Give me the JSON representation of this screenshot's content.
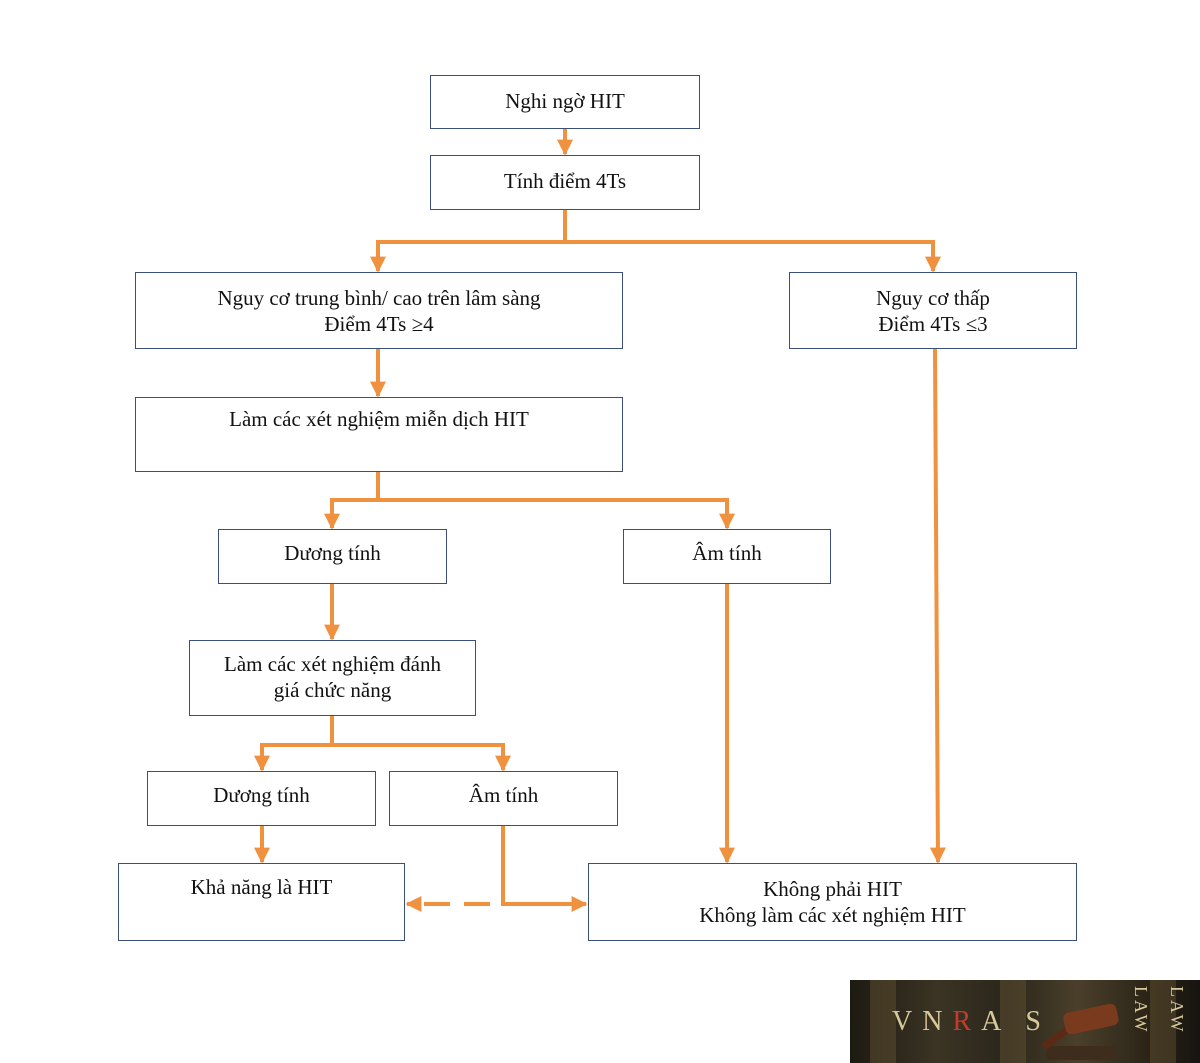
{
  "nodes": {
    "suspect": {
      "lines": [
        "Nghi ngờ HIT"
      ]
    },
    "score": {
      "lines": [
        "Tính điểm 4Ts"
      ]
    },
    "high_risk": {
      "lines": [
        "Nguy cơ trung bình/ cao trên lâm sàng",
        "Điểm 4Ts ≥4"
      ]
    },
    "low_risk": {
      "lines": [
        "Nguy cơ thấp",
        "Điểm 4Ts ≤3"
      ]
    },
    "immuno_test": {
      "lines": [
        "Làm các xét nghiệm miễn dịch HIT"
      ]
    },
    "immuno_positive": {
      "lines": [
        "Dương tính"
      ]
    },
    "immuno_negative": {
      "lines": [
        "Âm tính"
      ]
    },
    "functional_test": {
      "lines": [
        "Làm các xét nghiệm đánh",
        "giá chức năng"
      ]
    },
    "func_positive": {
      "lines": [
        "Dương tính"
      ]
    },
    "func_negative": {
      "lines": [
        "Âm tính"
      ]
    },
    "likely_hit": {
      "lines": [
        "Khả năng là HIT"
      ]
    },
    "not_hit": {
      "lines": [
        "Không phải HIT",
        "Không làm các xét nghiệm HIT"
      ]
    }
  },
  "watermark": {
    "letters": [
      "V",
      "N",
      "R",
      "A",
      "S"
    ],
    "side_text": [
      "LAW",
      "LAW"
    ]
  },
  "colors": {
    "arrow": "#f0913f",
    "box_border": "#3a4f7a"
  }
}
